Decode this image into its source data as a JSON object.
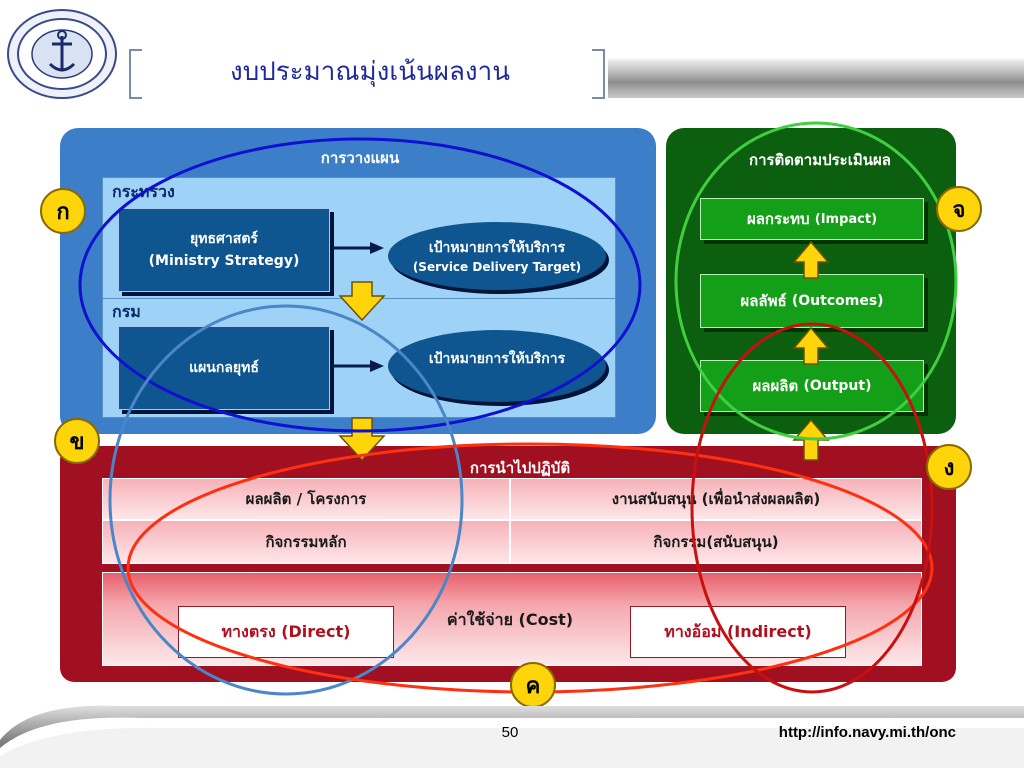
{
  "header": {
    "title": "งบประมาณมุ่งเน้นผลงาน",
    "logo_icon": "navy-seal-emblem"
  },
  "planning": {
    "heading": "การวางแผน",
    "ministry_label": "กระทรวง",
    "ministry_strategy": {
      "line1": "ยุทธศาสตร์",
      "line2": "(Ministry Strategy)"
    },
    "ministry_target": {
      "line1": "เป้าหมายการให้บริการ",
      "line2": "(Service Delivery Target)"
    },
    "department_label": "กรม",
    "dept_strategy": "แผนกลยุทธ์",
    "dept_target": "เป้าหมายการให้บริการ"
  },
  "monitoring": {
    "heading": "การติดตามประเมินผล",
    "impact": {
      "th": "ผลกระทบ",
      "en": "(Impact)"
    },
    "outcomes": {
      "th": "ผลลัพธ์",
      "en": "(Outcomes)"
    },
    "output": {
      "th": "ผลผลิต",
      "en": "(Output)"
    }
  },
  "implementation": {
    "heading": "การนำไปปฏิบัติ",
    "row1_left": "ผลผลิต / โครงการ",
    "row1_right": "งานสนับสนุน (เพื่อนำส่งผลผลิต)",
    "row2_left": "กิจกรรมหลัก",
    "row2_right": "กิจกรรม(สนับสนุน)",
    "cost_label": "ค่าใช้จ่าย (Cost)",
    "direct": "ทางตรง (Direct)",
    "indirect": "ทางอ้อม (Indirect)"
  },
  "badges": {
    "a": "ก",
    "b": "ข",
    "c": "ค",
    "d": "ง",
    "e": "จ"
  },
  "footer": {
    "page_number": "50",
    "url": "http://info.navy.mi.th/onc"
  },
  "colors": {
    "title_blue": "#1f2a9a",
    "planning_blue": "#3c7ec7",
    "monitoring_green": "#0d5f10",
    "implementation_red": "#a01020",
    "badge_yellow": "#fed40a",
    "ring_blue": "#1010d0",
    "ring_light_blue": "#4a86c8",
    "ring_green": "#3fcf3f",
    "ring_red": "#c81010",
    "ring_orange_red": "#ff3010"
  }
}
